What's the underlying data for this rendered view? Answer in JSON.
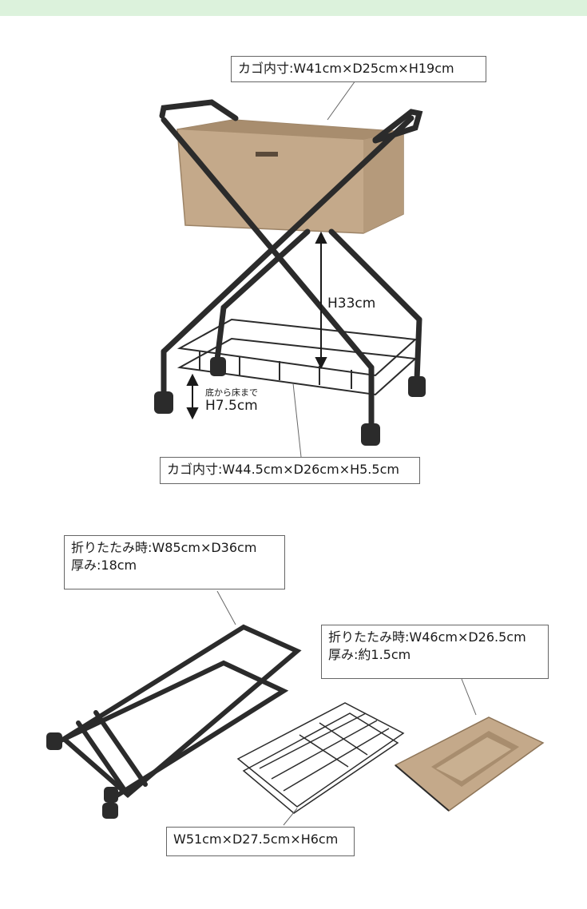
{
  "top_basket_label": "カゴ内寸:W41cm×D25cm×H19cm",
  "height_label": "H33cm",
  "floor_clearance": {
    "caption": "底から床まで",
    "value": "H7.5cm"
  },
  "bottom_basket_label": "カゴ内寸:W44.5cm×D26cm×H5.5cm",
  "folded_frame": {
    "line1": "折りたたみ時:W85cm×D36cm",
    "line2": "厚み:18cm"
  },
  "folded_bag": {
    "line1": "折りたたみ時:W46cm×D26.5cm",
    "line2": "厚み:約1.5cm"
  },
  "wire_basket_label": "W51cm×D27.5cm×H6cm",
  "colors": {
    "band": "#dcf2dc",
    "frame": "#2b2b2b",
    "fabric": "#c4a98a"
  }
}
